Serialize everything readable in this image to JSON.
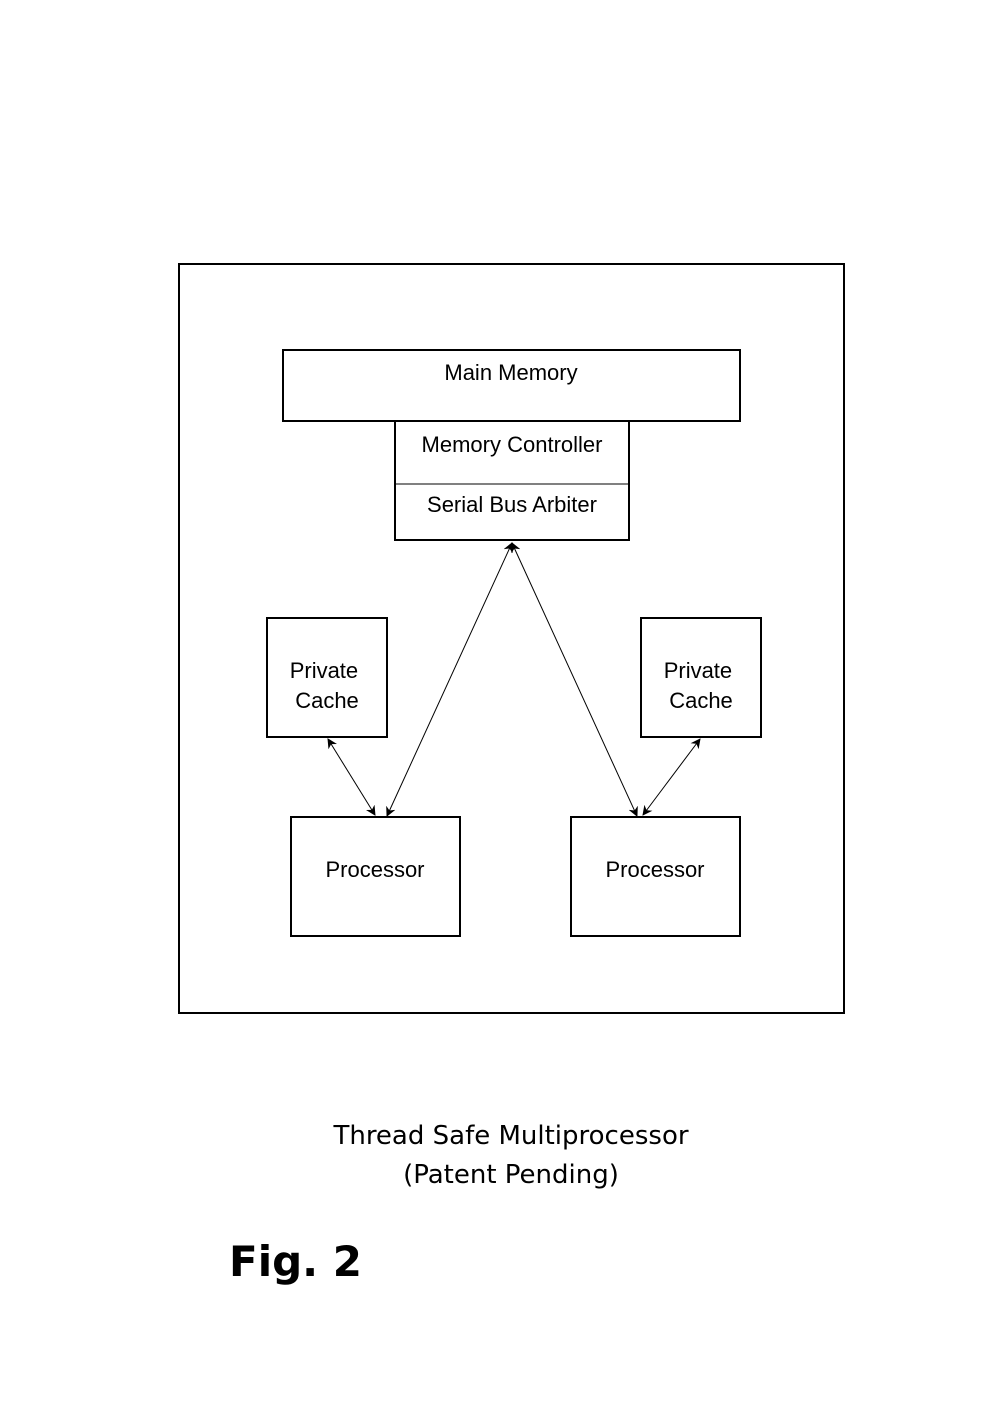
{
  "diagram": {
    "main_memory": "Main Memory",
    "memory_controller": "Memory Controller",
    "serial_bus_arbiter": "Serial Bus Arbiter",
    "private_cache_left": [
      "Private",
      "Cache"
    ],
    "private_cache_right": [
      "Private",
      "Cache"
    ],
    "processor_left": "Processor",
    "processor_right": "Processor"
  },
  "caption": {
    "title": "Thread Safe Multiprocessor",
    "subtitle": "(Patent Pending)"
  },
  "figure_label": "Fig. 2"
}
